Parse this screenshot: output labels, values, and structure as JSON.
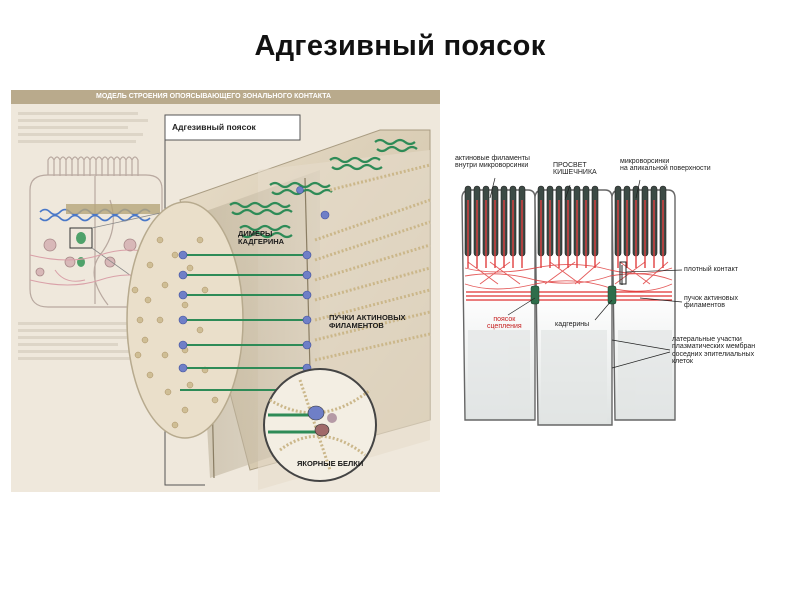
{
  "slide": {
    "title": "Адгезивный поясок"
  },
  "left_panel": {
    "header": "Модель строения опоясывающего зонального контакта",
    "inset_title": "Адгезивный поясок",
    "labels": {
      "cadherin_dimers": "ДИМЕРЫ\nКАДГЕРИНА",
      "actin_bundles": "ПУЧКИ АКТИНОВЫХ\nФИЛАМЕНТОВ",
      "anchor_proteins": "ЯКОРНЫЕ БЕЛКИ"
    }
  },
  "right_panel": {
    "labels": {
      "actin_in_microvilli": "актиновые филаменты\nвнутри микроворсинки",
      "gut_lumen": "ПРОСВЕТ\nКИШЕЧНИКА",
      "apical_microvilli": "микроворсинки\nна апикальной поверхности",
      "tight_junction": "плотный контакт",
      "actin_bundle": "пучок актиновых\nфиламентов",
      "adhesion_belt": "поясок\nсцепления",
      "cadherins": "кадгерины",
      "lateral_membranes": "латеральные участки\nплазматических мембран\nсоседних эпителиальных\nклеток"
    }
  },
  "colors": {
    "panel_bg": "#efe8dc",
    "header_bar": "#b9aa8c",
    "actin_green": "#2e8b57",
    "cadherin_blue": "#6f7fc7",
    "cell_red": "#d93030",
    "microvilli_dark": "#3d4a45"
  }
}
